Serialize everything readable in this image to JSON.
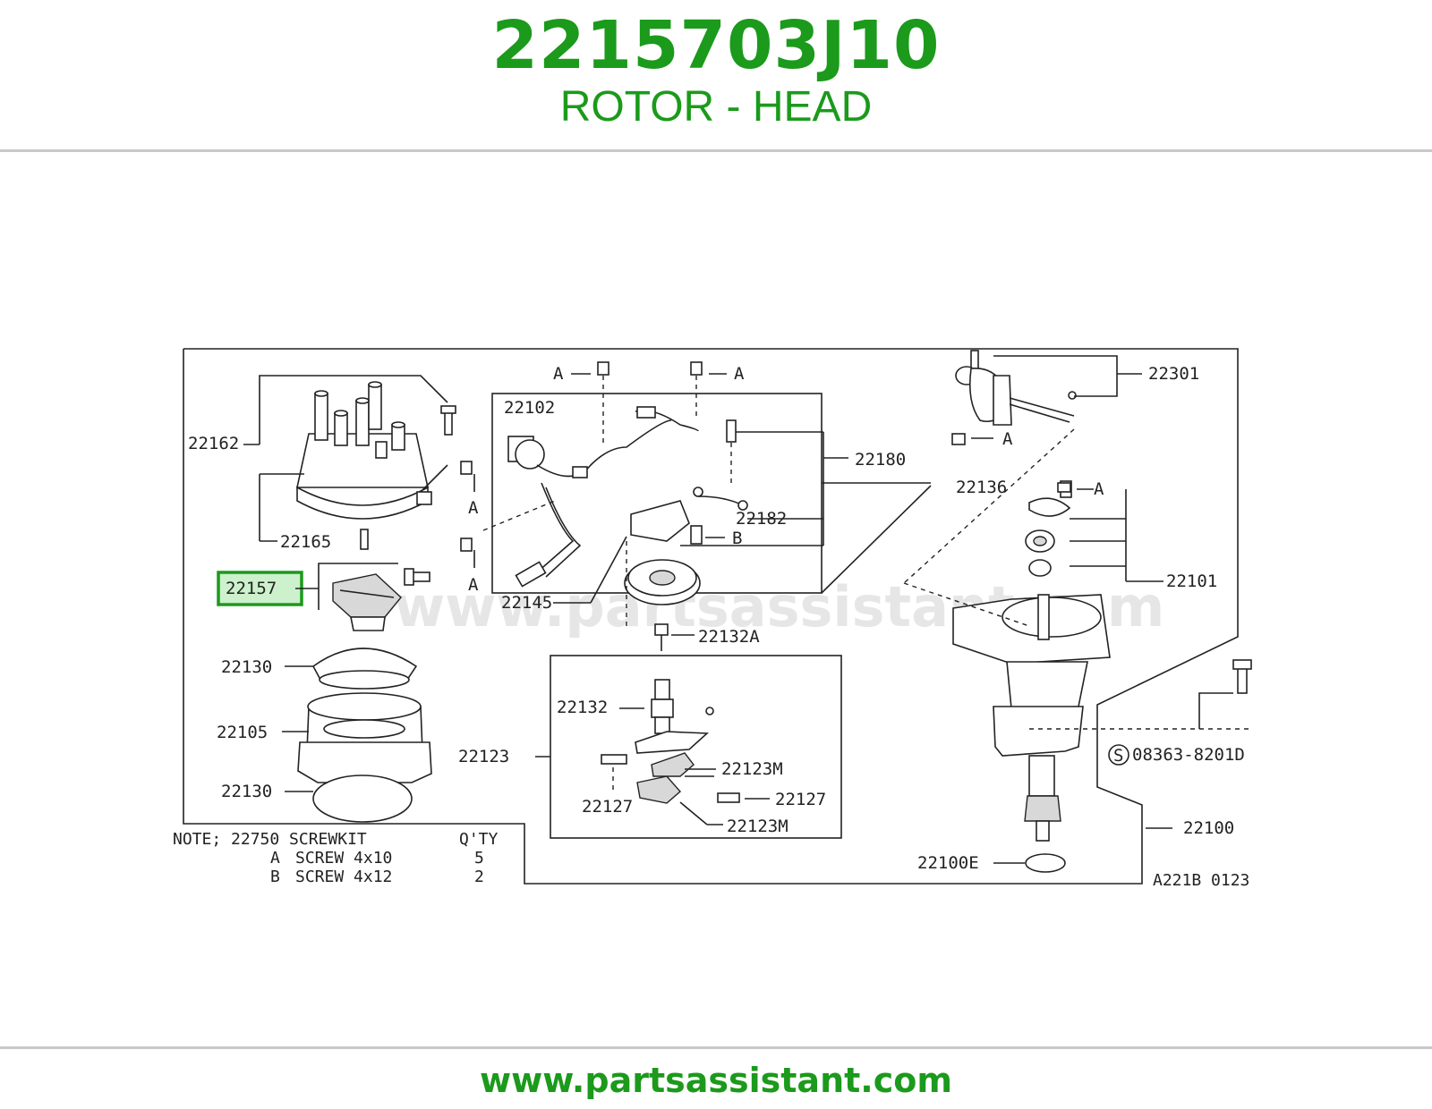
{
  "header": {
    "part_number": "2215703J10",
    "part_name": "ROTOR - HEAD"
  },
  "footer": {
    "url": "www.partsassistant.com"
  },
  "diagram": {
    "watermark": "www.partsassistant.com",
    "figure_code": "A221B 0123",
    "highlight_color": "#1b9a1b",
    "callouts": {
      "c22162": "22162",
      "c22165": "22165",
      "c22157": "22157",
      "c22130a": "22130",
      "c22105": "22105",
      "c22130b": "22130",
      "c22102": "22102",
      "c22145": "22145",
      "c22180": "22180",
      "c22182": "22182",
      "c22136": "22136",
      "c22132a": "22132A",
      "c22132": "22132",
      "c22123": "22123",
      "c22123m1": "22123M",
      "c22127a": "22127",
      "c22127b": "22127",
      "c22123m2": "22123M",
      "c22301": "22301",
      "c22101": "22101",
      "c08363": "08363-8201D",
      "c22100": "22100",
      "c22100e": "22100E",
      "screw_a1": "A",
      "screw_a2": "A",
      "screw_a3": "A",
      "screw_a4": "A",
      "screw_a5": "A",
      "screw_a6": "A",
      "screw_b": "B",
      "s_symbol": "S"
    },
    "note": {
      "line1": "NOTE; 22750 SCREWKIT",
      "qty_header": "Q'TY",
      "rows": [
        {
          "code": "A",
          "desc": "SCREW 4x10",
          "qty": "5"
        },
        {
          "code": "B",
          "desc": "SCREW 4x12",
          "qty": "2"
        }
      ]
    }
  }
}
